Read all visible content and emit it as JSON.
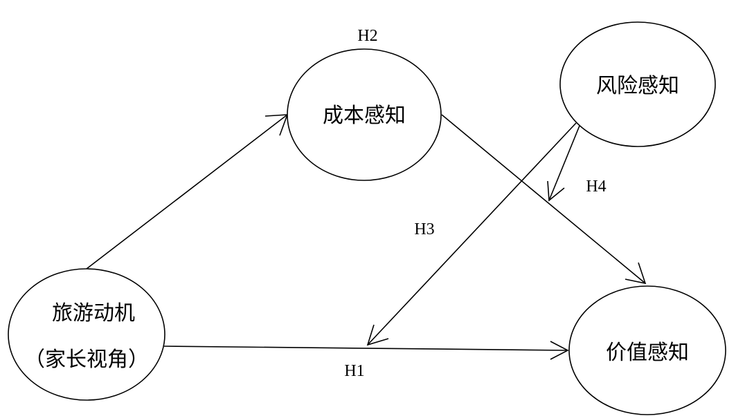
{
  "nodes": {
    "motivation": {
      "line1": "旅游动机",
      "line2": "（家长视角）"
    },
    "cost": {
      "label": "成本感知"
    },
    "risk": {
      "label": "风险感知"
    },
    "value": {
      "label": "价值感知"
    }
  },
  "hypotheses": {
    "h1": "H1",
    "h2": "H2",
    "h3": "H3",
    "h4": "H4"
  },
  "colors": {
    "stroke": "#000000",
    "background": "#ffffff"
  }
}
